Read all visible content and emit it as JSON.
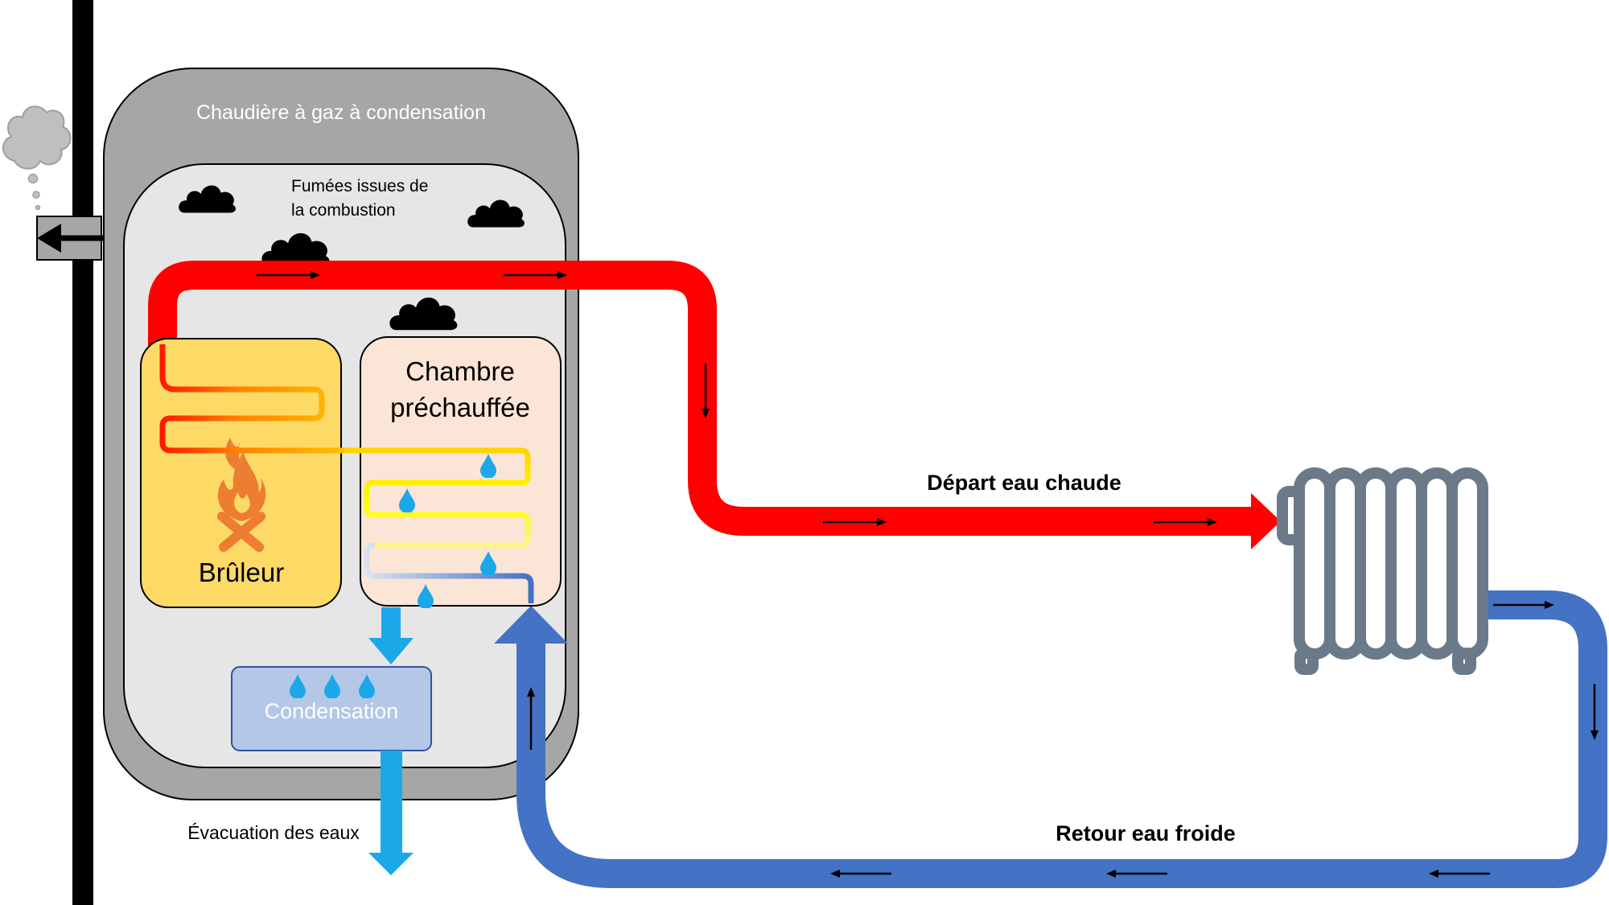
{
  "labels": {
    "boiler_title": "Chaudière à gaz à condensation",
    "flue_gases_line1": "Fumées issues de",
    "flue_gases_line2": "la combustion",
    "preheat_chamber_line1": "Chambre",
    "preheat_chamber_line2": "préchauffée",
    "burner": "Brûleur",
    "condensation": "Condensation",
    "water_drain": "Évacuation des eaux",
    "hot_water_out": "Départ eau chaude",
    "cold_water_return": "Retour eau froide"
  },
  "colors": {
    "hot_pipe": "#ff0000",
    "cold_pipe": "#4472c4",
    "boiler_outer": "#a6a6a6",
    "boiler_inner": "#e7e6e6",
    "burner_box": "#fdd966",
    "preheat_box": "#fbe5d6",
    "condensation_box": "#b4c7e7",
    "drain_arrow": "#1ca8e8",
    "radiator": "#6b7a89",
    "droplet": "#1ca8e8"
  },
  "icons": {
    "fire": "fire-icon",
    "cloud": "cloud-icon",
    "droplet": "droplet-icon",
    "radiator": "radiator-icon",
    "smoke": "smoke-icon"
  }
}
